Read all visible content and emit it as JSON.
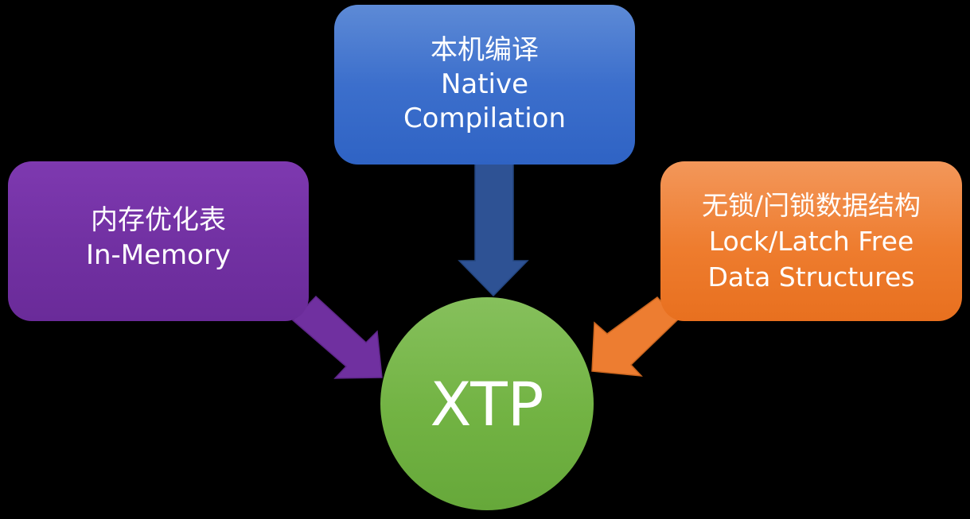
{
  "nodes": {
    "native": {
      "line1": "本机编译",
      "line2": "Native",
      "line3": "Compilation"
    },
    "inmemory": {
      "line1": "内存优化表",
      "line2": "In-Memory"
    },
    "lockfree": {
      "line1": "无锁/闩锁数据结构",
      "line2": "Lock/Latch Free",
      "line3": "Data Structures"
    },
    "center": {
      "label": "XTP"
    }
  },
  "colors": {
    "background": "#000000",
    "native": "#3c6fcc",
    "inmemory": "#7231a3",
    "lockfree": "#ee7c2e",
    "center": "#72b343",
    "arrow_top": "#2e5294",
    "arrow_left": "#7030a0",
    "arrow_right": "#ed7d31",
    "text": "#ffffff"
  },
  "edges": [
    {
      "from": "native",
      "to": "center"
    },
    {
      "from": "inmemory",
      "to": "center"
    },
    {
      "from": "lockfree",
      "to": "center"
    }
  ]
}
